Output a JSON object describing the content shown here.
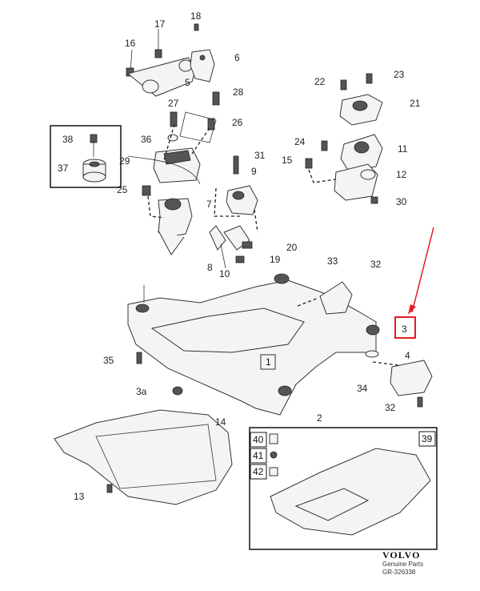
{
  "diagram": {
    "callouts": {
      "c1": "1",
      "c2": "2",
      "c3": "3",
      "c3a": "3a",
      "c4": "4",
      "c5": "5",
      "c6": "6",
      "c7": "7",
      "c8": "8",
      "c9": "9",
      "c10": "10",
      "c11": "11",
      "c12": "12",
      "c13": "13",
      "c14": "14",
      "c15": "15",
      "c16": "16",
      "c17": "17",
      "c18": "18",
      "c19": "19",
      "c20": "20",
      "c21": "21",
      "c22": "22",
      "c23": "23",
      "c24": "24",
      "c25": "25",
      "c26": "26",
      "c27": "27",
      "c28": "28",
      "c29": "29",
      "c30": "30",
      "c31": "31",
      "c32a": "32",
      "c32b": "32",
      "c33": "33",
      "c34": "34",
      "c35": "35",
      "c36": "36",
      "c37": "37",
      "c38": "38",
      "c39": "39",
      "c40": "40",
      "c41": "41",
      "c42": "42"
    },
    "brand": {
      "logo": "VOLVO",
      "subtitle": "Genuine Parts",
      "code": "GR-326338"
    },
    "highlight_color": "#e31b23"
  }
}
